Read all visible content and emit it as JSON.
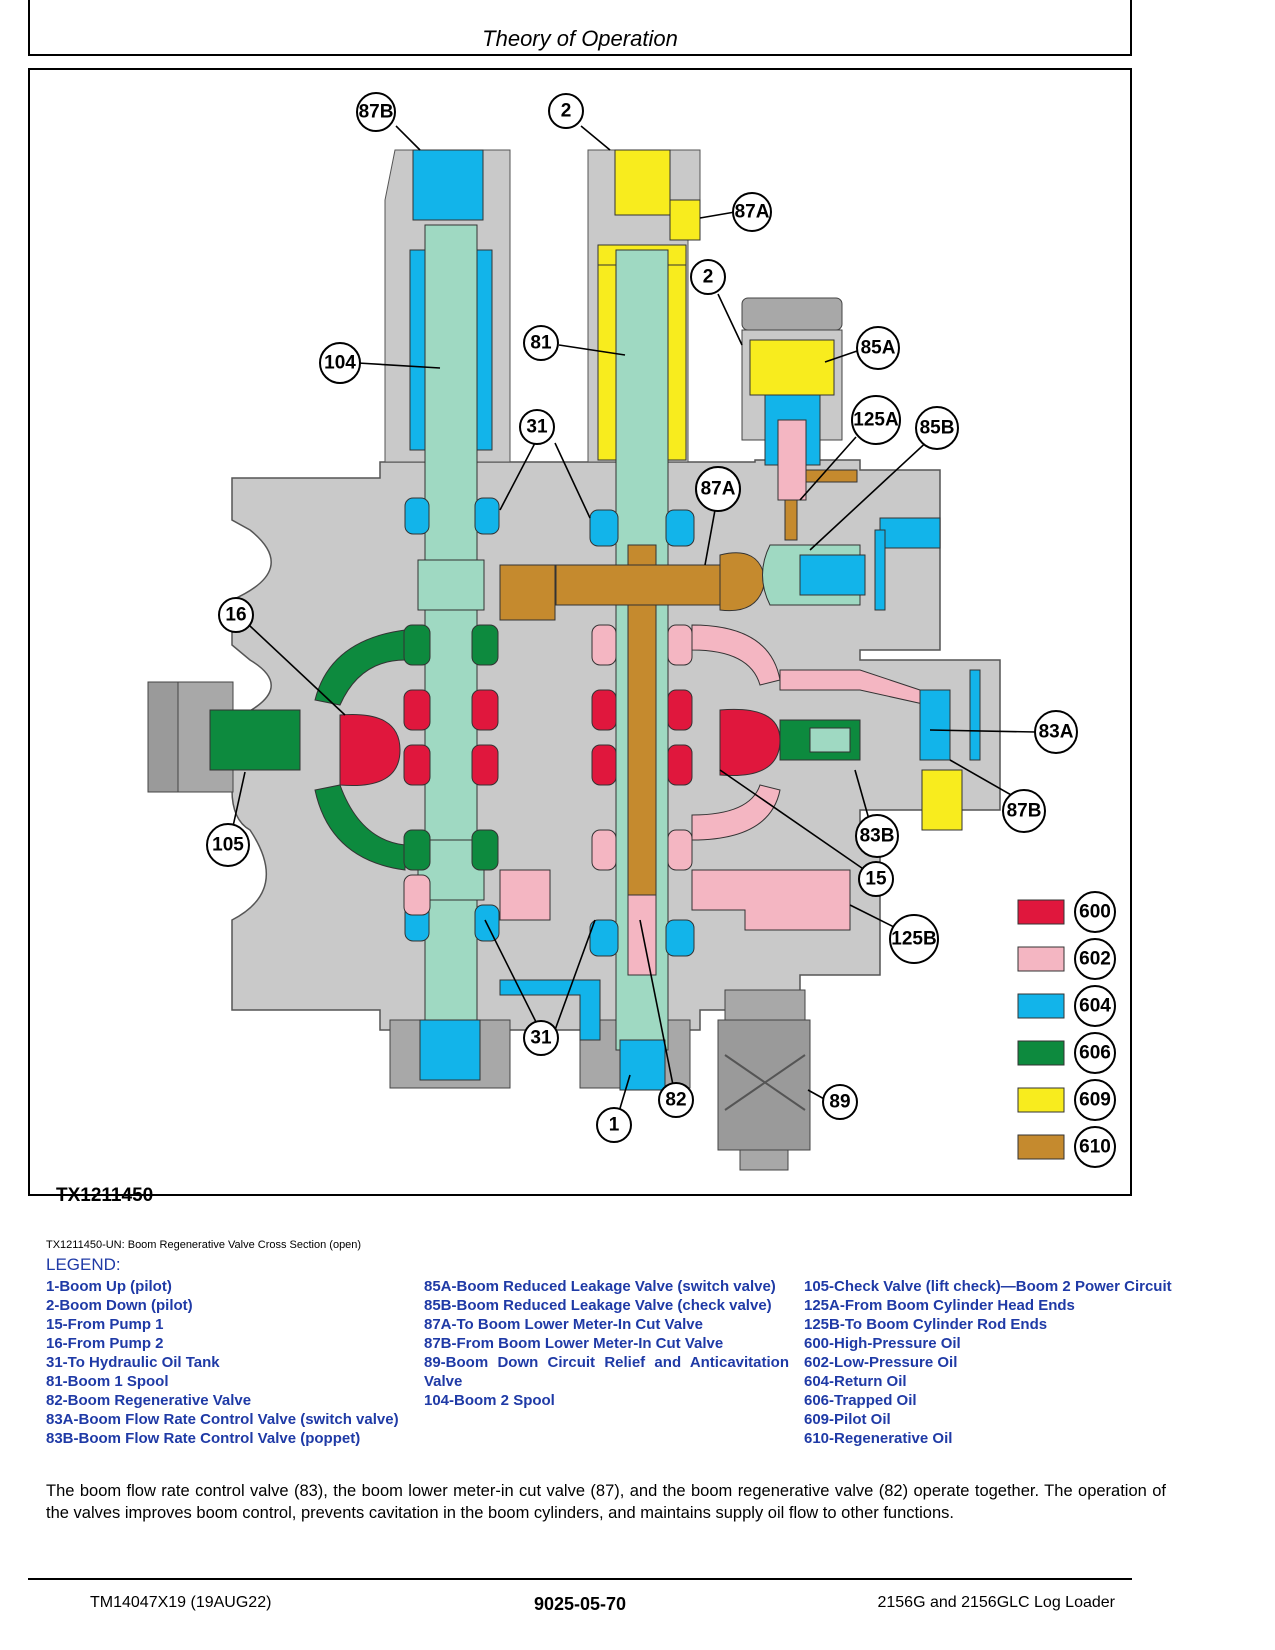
{
  "header": {
    "title": "Theory of Operation"
  },
  "figure": {
    "id": "TX1211450",
    "caption": "TX1211450-UN: Boom Regenerative Valve Cross Section (open)",
    "callouts": {
      "c87B_top": "87B",
      "c2_top": "2",
      "c87A_top": "87A",
      "c2_side": "2",
      "c104": "104",
      "c81": "81",
      "c85A": "85A",
      "c31_top": "31",
      "c125A": "125A",
      "c85B": "85B",
      "c87A_mid": "87A",
      "c16": "16",
      "c83A": "83A",
      "c87B_right": "87B",
      "c105": "105",
      "c83B": "83B",
      "c15": "15",
      "c125B": "125B",
      "c31_bot": "31",
      "c82": "82",
      "c89": "89",
      "c1": "1"
    },
    "colors": {
      "high_pressure": "#e0173d",
      "low_pressure": "#f4b6c2",
      "return": "#12b4ea",
      "trapped": "#0d8a3e",
      "pilot": "#f8ec1e",
      "regenerative": "#c58a2e",
      "body": "#c9c9c9",
      "body_dark": "#a8a8a8",
      "spool": "#9fd9c2"
    },
    "color_key": [
      {
        "code": "600",
        "color": "#e0173d"
      },
      {
        "code": "602",
        "color": "#f4b6c2"
      },
      {
        "code": "604",
        "color": "#12b4ea"
      },
      {
        "code": "606",
        "color": "#0d8a3e"
      },
      {
        "code": "609",
        "color": "#f8ec1e"
      },
      {
        "code": "610",
        "color": "#c58a2e"
      }
    ]
  },
  "legend": {
    "heading": "LEGEND:",
    "col1": [
      "1-Boom Up (pilot)",
      "2-Boom Down (pilot)",
      "15-From Pump 1",
      "16-From Pump 2",
      "31-To Hydraulic Oil Tank",
      "81-Boom 1 Spool",
      "82-Boom Regenerative Valve",
      "83A-Boom Flow Rate Control Valve (switch valve)",
      "83B-Boom Flow Rate Control Valve (poppet)"
    ],
    "col2": [
      "85A-Boom Reduced Leakage Valve (switch valve)",
      "85B-Boom Reduced Leakage Valve (check valve)",
      "87A-To Boom Lower Meter-In Cut Valve",
      "87B-From Boom Lower Meter-In Cut Valve",
      "89-Boom Down Circuit Relief and Anticavitation Valve",
      "104-Boom 2 Spool"
    ],
    "col3": [
      "105-Check Valve (lift check)—Boom 2 Power Circuit",
      "125A-From Boom Cylinder Head Ends",
      "125B-To Boom Cylinder Rod Ends",
      "600-High-Pressure Oil",
      "602-Low-Pressure Oil",
      "604-Return Oil",
      "606-Trapped Oil",
      "609-Pilot Oil",
      "610-Regenerative Oil"
    ]
  },
  "body": {
    "paragraph": "The boom flow rate control valve (83), the boom lower meter-in cut valve (87), and the boom regenerative valve (82) operate together. The operation of the valves improves boom control, prevents cavitation in the boom cylinders, and maintains supply oil flow to other functions."
  },
  "footer": {
    "left": "TM14047X19 (19AUG22)",
    "center": "9025-05-70",
    "right": "2156G and 2156GLC Log Loader"
  }
}
